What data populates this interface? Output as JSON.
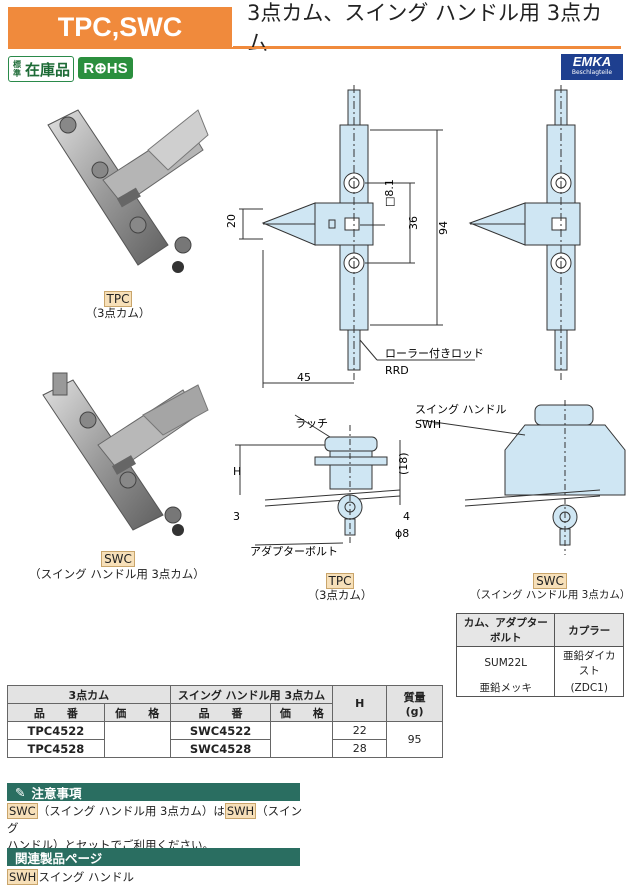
{
  "header": {
    "code": "TPC,SWC",
    "title": "3点カム、スイング ハンドル用 3点カム"
  },
  "badges": {
    "stock_small": "標準",
    "stock": "在庫品",
    "rohs": "R⊕HS"
  },
  "brand": {
    "name": "EMKA",
    "tagline": "Beschlagteile"
  },
  "photos": [
    {
      "code": "TPC",
      "caption": "（3点カム）"
    },
    {
      "code": "SWC",
      "caption": "（スイング ハンドル用 3点カム）"
    }
  ],
  "drawing": {
    "dims": {
      "d20": "20",
      "d36": "36",
      "d94": "94",
      "d45": "45",
      "d81": "□8.1",
      "dH": "H",
      "d3": "3",
      "d18": "(18)",
      "d4": "4",
      "dphi": "ϕ8"
    },
    "labels": {
      "roller": "ローラー付きロッド",
      "rrd": "RRD",
      "latch": "ラッチ",
      "swing_handle": "スイング ハンドル",
      "swh": "SWH",
      "adapter_bolt": "アダプターボルト"
    },
    "tpc_code": "TPC",
    "tpc_caption": "（3点カム）",
    "swc_code": "SWC",
    "swc_caption": "（スイング ハンドル用 3点カム）"
  },
  "spec": {
    "headers": [
      "カム、アダプターボルト",
      "カプラー"
    ],
    "row1": [
      "SUM22L",
      "亜鉛ダイカスト"
    ],
    "row2": [
      "亜鉛メッキ",
      "(ZDC1)"
    ]
  },
  "table": {
    "group1": "3点カム",
    "group2": "スイング ハンドル用 3点カム",
    "col_part": "品　　番",
    "col_price": "価　　格",
    "col_h": "H",
    "col_mass": "質量",
    "col_mass_unit": "(g)",
    "rows": [
      {
        "tpc": "TPC4522",
        "swc": "SWC4522",
        "h": "22"
      },
      {
        "tpc": "TPC4528",
        "swc": "SWC4528",
        "h": "28"
      }
    ],
    "mass": "95"
  },
  "notes": {
    "title": "注意事項",
    "code1": "SWC",
    "text1": "（スイング ハンドル用 3点カム）は",
    "code2": "SWH",
    "text2": "（スイング",
    "line2": "ハンドル）とセットでご利用ください。"
  },
  "related": {
    "title": "関連製品ページ",
    "code": "SWH",
    "text": "スイング ハンドル"
  },
  "colors": {
    "orange": "#f08a3c",
    "teal": "#2a6e61",
    "part_blue": "#cfe6f3",
    "label_bg": "#f7e0b9"
  }
}
